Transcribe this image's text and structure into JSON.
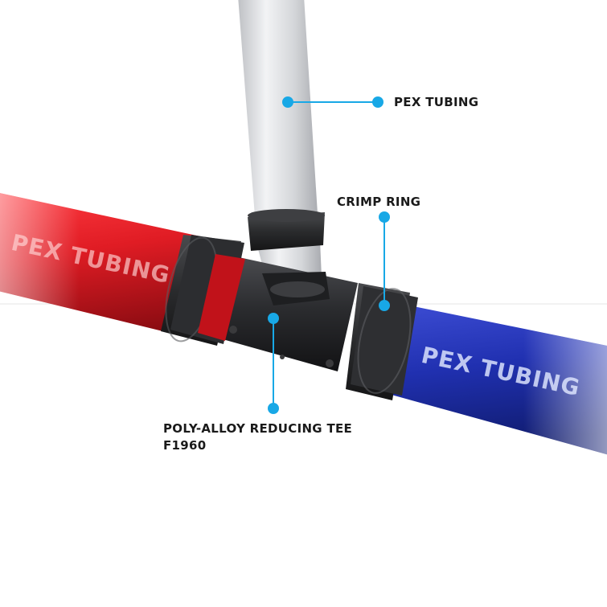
{
  "labels": {
    "top_tubing": "PEX TUBING",
    "crimp_ring": "CRIMP RING",
    "tee_line1": "POLY-ALLOY REDUCING TEE",
    "tee_line2": "F1960"
  },
  "pipe_print": {
    "red": "PEX TUBING",
    "blue": "PEX TUBING"
  },
  "colors": {
    "red_pipe": "#c8171f",
    "blue_pipe": "#1f2fa8",
    "white_pipe": "#d8d9dc",
    "fitting": "#2a2a2c",
    "callout": "#18a8e6"
  }
}
